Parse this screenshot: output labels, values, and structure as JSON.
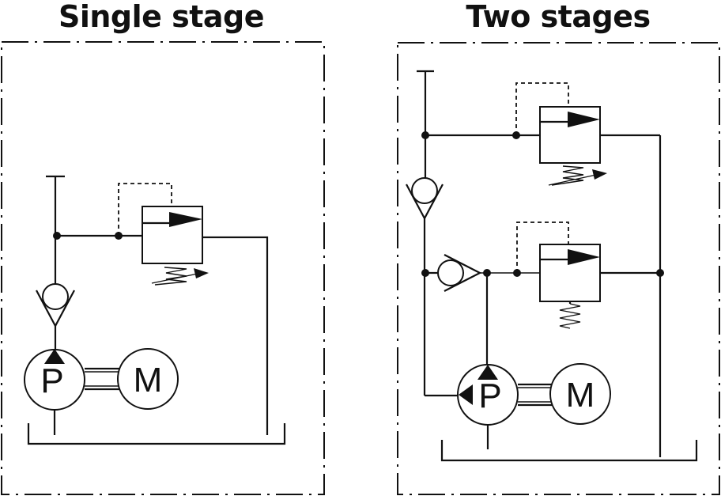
{
  "panels": {
    "single": {
      "title": "Single stage",
      "pump_label": "P",
      "motor_label": "M"
    },
    "two": {
      "title": "Two stages",
      "pump_label": "P",
      "motor_label": "M"
    }
  },
  "colors": {
    "line": "#111111",
    "background": "#ffffff"
  }
}
